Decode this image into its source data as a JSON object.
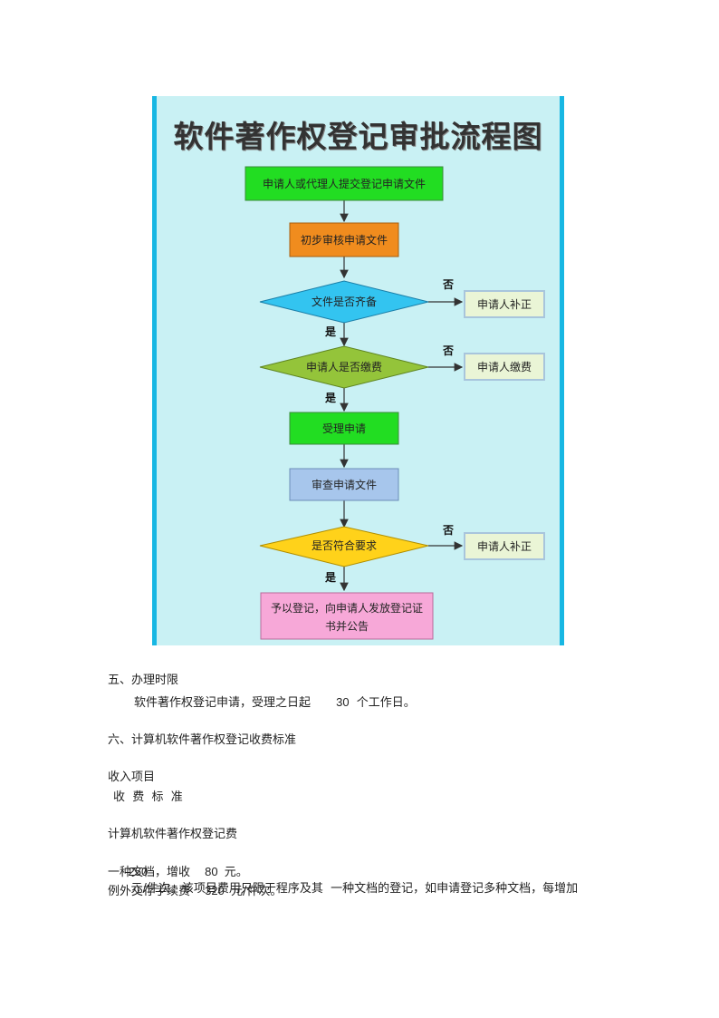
{
  "flowchart": {
    "title": "软件著作权登记审批流程图",
    "steps": {
      "submit": "申请人或代理人提交登记申请文件",
      "initial_review": "初步审核申请文件",
      "docs_complete": "文件是否齐备",
      "fee_paid": "申请人是否缴费",
      "accept": "受理申请",
      "examine": "审查申请文件",
      "compliant": "是否符合要求",
      "register_line1": "予以登记，向申请人发放登记证",
      "register_line2": "书并公告"
    },
    "side_boxes": {
      "supplement_1": "申请人补正",
      "pay_fee": "申请人缴费",
      "supplement_2": "申请人补正"
    },
    "labels": {
      "no": "否",
      "yes": "是"
    }
  },
  "body_text": {
    "section5_heading": "五、办理时限",
    "section5_text_a": "软件著作权登记申请，受理之日起",
    "section5_days": "30",
    "section5_text_b": "个工作日。",
    "section6_heading": "六、计算机软件著作权登记收费标准",
    "income_item": "收入项目",
    "fee_standard": "收  费  标  准",
    "reg_fee_title": "计算机软件著作权登记费",
    "reg_fee_amount": "250",
    "reg_fee_line1_rest": "元/件次。该项目费用只限于程序及其  一种文档的登记，如申请登记多种文档，每增加",
    "reg_fee_line2_a": "一种文档，增收",
    "reg_fee_extra": "80",
    "reg_fee_line2_b": "元。",
    "deposit_fee_a": "例外交存手续费",
    "deposit_fee_amount": "320",
    "deposit_fee_b": "元/件次。"
  }
}
